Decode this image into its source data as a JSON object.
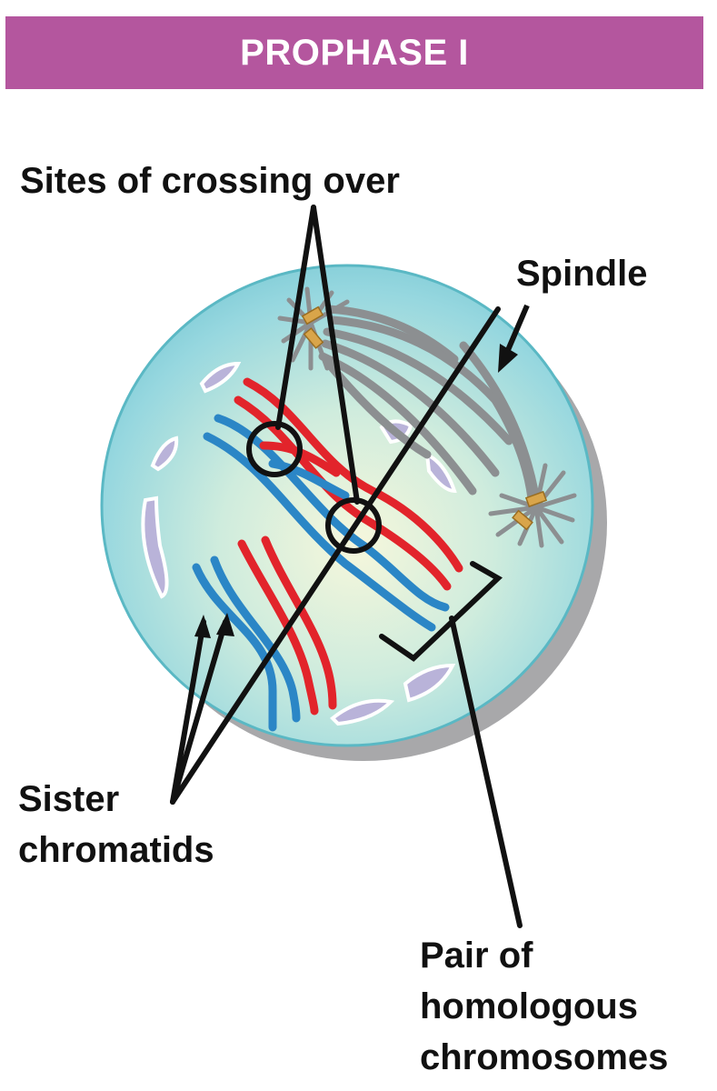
{
  "title": "PROPHASE I",
  "labels": {
    "crossing_over": "Sites of crossing over",
    "spindle": "Spindle",
    "sister_chromatids": [
      "Sister",
      "chromatids"
    ],
    "homologous_pair": [
      "Pair of",
      "homologous",
      "chromosomes"
    ]
  },
  "colors": {
    "banner": "#b4569e",
    "cell": "#8fd4dc",
    "cell_rim": "#5ab8c4",
    "nucleus_glow": "#f4f6d8",
    "maternal_chromatid": "#e2242b",
    "paternal_chromatid": "#2b86c6",
    "spindle_fiber": "#8c8f91",
    "centriole": "#d9a54a",
    "envelope_fragment": "#b9b3d9"
  }
}
